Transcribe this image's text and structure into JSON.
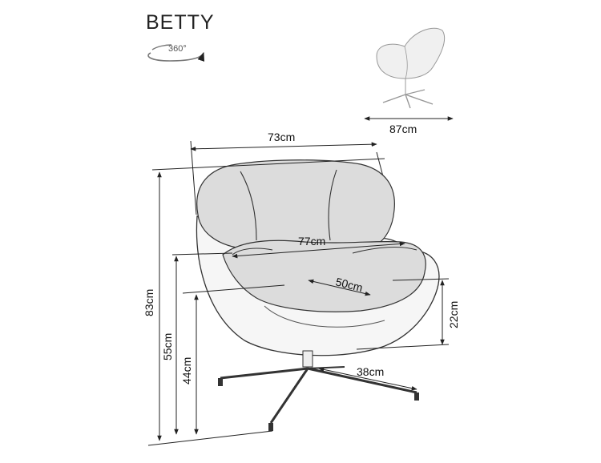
{
  "product": {
    "name": "BETTY",
    "rotation_label": "360°"
  },
  "dimensions": {
    "top_width": "73cm",
    "depth_thumb": "87cm",
    "seat_width": "77cm",
    "seat_depth": "50cm",
    "armrest_height": "22cm",
    "total_height": "83cm",
    "seat_height_max": "55cm",
    "seat_height_min": "44cm",
    "base_radius": "38cm"
  }
}
